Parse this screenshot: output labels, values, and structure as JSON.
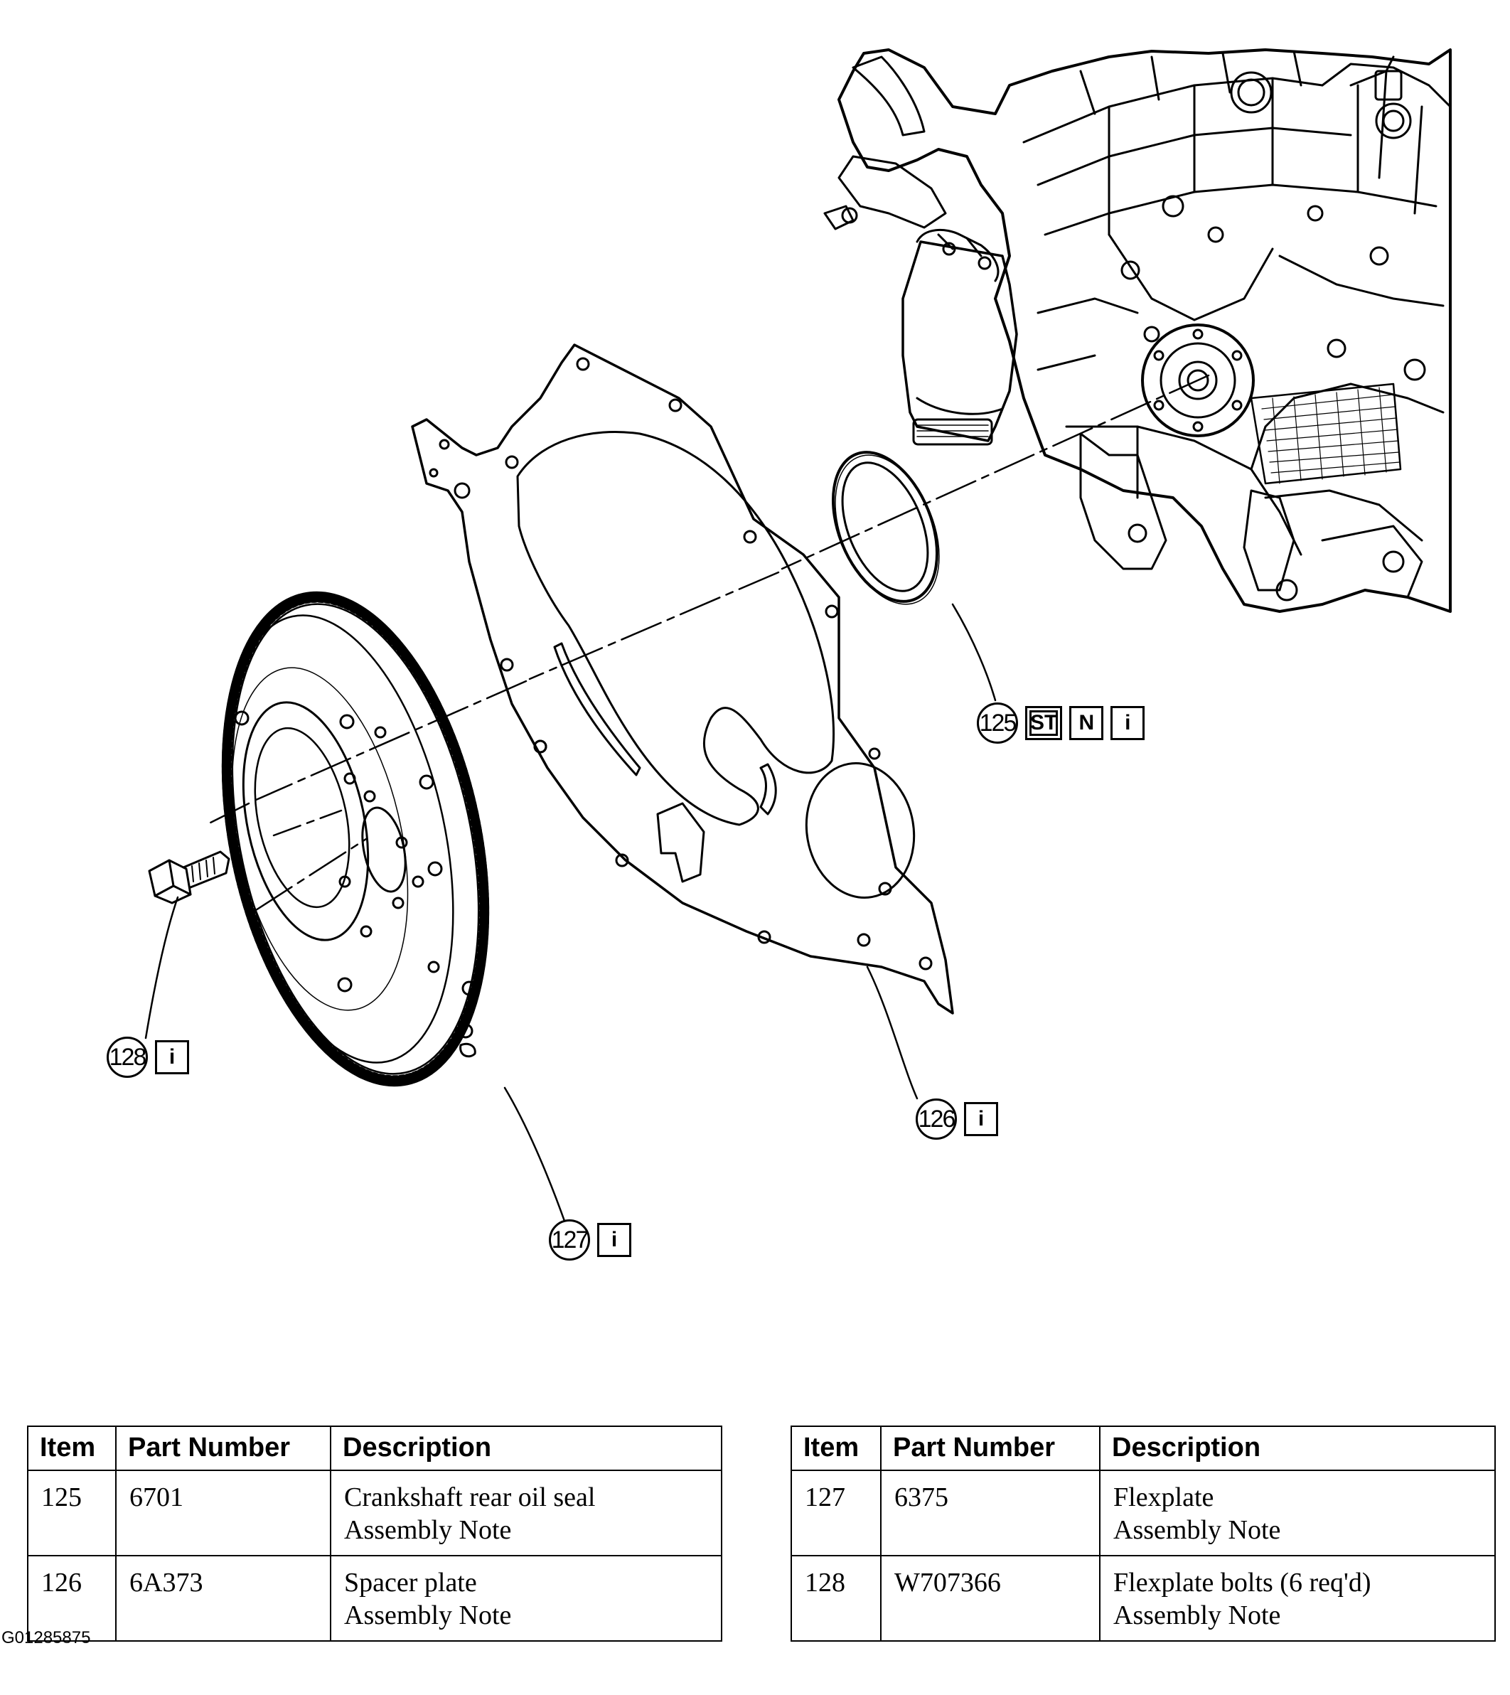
{
  "callouts": [
    {
      "item": "125",
      "symbols": [
        "ST",
        "N",
        "i"
      ]
    },
    {
      "item": "126",
      "symbols": [
        "i"
      ]
    },
    {
      "item": "127",
      "symbols": [
        "i"
      ]
    },
    {
      "item": "128",
      "symbols": [
        "i"
      ]
    }
  ],
  "tables": [
    {
      "headers": [
        "Item",
        "Part Number",
        "Description"
      ],
      "rows": [
        {
          "item": "125",
          "part_number": "6701",
          "description": [
            "Crankshaft rear oil seal",
            "Assembly Note"
          ]
        },
        {
          "item": "126",
          "part_number": "6A373",
          "description": [
            "Spacer plate",
            "Assembly Note"
          ]
        }
      ]
    },
    {
      "headers": [
        "Item",
        "Part Number",
        "Description"
      ],
      "rows": [
        {
          "item": "127",
          "part_number": "6375",
          "description": [
            "Flexplate",
            "Assembly Note"
          ]
        },
        {
          "item": "128",
          "part_number": "W707366",
          "description": [
            "Flexplate bolts (6 req'd)",
            "Assembly Note"
          ]
        }
      ]
    }
  ],
  "figure_id": "G01285875"
}
